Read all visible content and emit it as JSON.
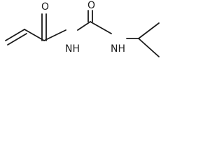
{
  "molecule": {
    "atoms": [
      {
        "id": "vinyl_c1",
        "element": "C",
        "label": ""
      },
      {
        "id": "vinyl_c2",
        "element": "C",
        "label": ""
      },
      {
        "id": "acyl_c",
        "element": "C",
        "label": ""
      },
      {
        "id": "acyl_o",
        "element": "O",
        "label": "O"
      },
      {
        "id": "imide_n",
        "element": "N",
        "label": "NH"
      },
      {
        "id": "urea_c",
        "element": "C",
        "label": ""
      },
      {
        "id": "urea_o",
        "element": "O",
        "label": "O"
      },
      {
        "id": "amine_n",
        "element": "N",
        "label": "NH"
      },
      {
        "id": "isopropyl_ch",
        "element": "C",
        "label": ""
      },
      {
        "id": "methyl_up",
        "element": "C",
        "label": ""
      },
      {
        "id": "methyl_down",
        "element": "C",
        "label": ""
      }
    ],
    "bonds": [
      {
        "from": "vinyl_c1",
        "to": "vinyl_c2",
        "order": 2
      },
      {
        "from": "vinyl_c2",
        "to": "acyl_c",
        "order": 1
      },
      {
        "from": "acyl_c",
        "to": "acyl_o",
        "order": 2
      },
      {
        "from": "acyl_c",
        "to": "imide_n",
        "order": 1
      },
      {
        "from": "imide_n",
        "to": "urea_c",
        "order": 1
      },
      {
        "from": "urea_c",
        "to": "urea_o",
        "order": 2
      },
      {
        "from": "urea_c",
        "to": "amine_n",
        "order": 1
      },
      {
        "from": "amine_n",
        "to": "isopropyl_ch",
        "order": 1
      },
      {
        "from": "isopropyl_ch",
        "to": "methyl_up",
        "order": 1
      },
      {
        "from": "isopropyl_ch",
        "to": "methyl_down",
        "order": 1
      }
    ]
  },
  "labels": {
    "acyl_o": "O",
    "imide_n": "NH",
    "urea_o": "O",
    "amine_n": "NH"
  }
}
